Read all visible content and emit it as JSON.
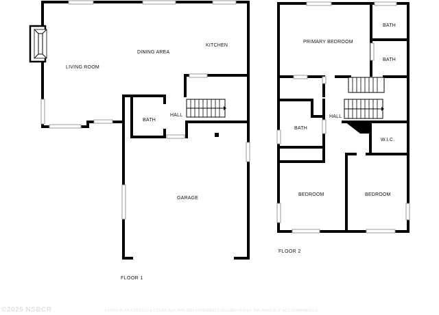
{
  "floor1": {
    "label": "FLOOR 1",
    "rooms": {
      "living_room": "LIVING ROOM",
      "dining_area": "DINING AREA",
      "kitchen": "KITCHEN",
      "hall": "HALL",
      "bath": "BATH",
      "garage": "GARAGE"
    }
  },
  "floor2": {
    "label": "FLOOR 2",
    "rooms": {
      "primary_bedroom": "PRIMARY BEDROOM",
      "bath_top": "BATH",
      "bath_mid": "BATH",
      "hall": "HALL",
      "bath": "BATH",
      "wic": "W.I.C.",
      "bedroom_left": "BEDROOM",
      "bedroom_right": "BEDROOM"
    }
  },
  "watermark": "©2025 NSBCR",
  "credit": "FLOOR PLAN CREATED BY CUBICASA APP. MEASUREMENTS DEEMED HIGHLY RELIABLE BUT NOT GUARANTEED."
}
